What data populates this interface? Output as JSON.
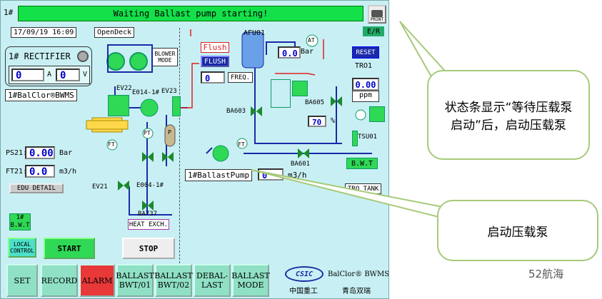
{
  "status_bar": {
    "prefix": "1#",
    "text": "Waiting Ballast pump starting!",
    "print_label": "PRINT"
  },
  "header": {
    "date": "17/09/19",
    "time": "16:09",
    "deck": "OpenDeck",
    "corner": "E/R"
  },
  "rectifier": {
    "title": "1# RECTIFIER",
    "current_value": "0",
    "current_unit": "A",
    "voltage_value": "0",
    "voltage_unit": "V"
  },
  "blower_label": "BLOWER\nMODE",
  "system_label": "1#BalClor®BWMS",
  "valves": {
    "ev22": "EV22",
    "e014": "E014-1#",
    "ev23": "EV23",
    "ba603": "BA603",
    "ba605": "BA605",
    "ba601": "BA601",
    "ev21": "EV21",
    "e004": "E004-1#",
    "ba737": "BA737",
    "tsu01": "TSU01"
  },
  "flush": {
    "title": "Flush",
    "button": "FLUSH",
    "freq_value": "0",
    "freq_unit": "FREQ."
  },
  "afu": {
    "label": "AFU01",
    "pressure_value": "0.0",
    "pressure_unit": "Bar"
  },
  "ba605_pct": {
    "value": "70",
    "unit": "%"
  },
  "tro": {
    "reset": "RESET",
    "label": "TRO1",
    "value": "0.00",
    "unit": "ppm",
    "tank": "TRO TANK"
  },
  "sensors": {
    "ps21_label": "PS21:",
    "ps21_value": "0.00",
    "ps21_unit": "Bar",
    "ft21_label": "FT21:",
    "ft21_value": "0.0",
    "ft21_unit": "m3/h",
    "ft": "FT",
    "pt": "PT",
    "at": "AT",
    "p": "P"
  },
  "edu_label": "EDU DETAIL",
  "heat_exch": "HEAT EXCH.",
  "pump": {
    "label": "1#BallastPump",
    "flow_value": "0",
    "flow_unit": "m3/h"
  },
  "bwt_left": "1#\nB.W.T",
  "bwt_right": "B.W.T",
  "controls": {
    "local": "LOCAL\nCONTROL",
    "start": "START",
    "stop": "STOP"
  },
  "nav": [
    {
      "label": "SET"
    },
    {
      "label": "RECORD"
    },
    {
      "label": "ALARM"
    },
    {
      "label": "BALLAST\nBWT/01"
    },
    {
      "label": "BALLAST\nBWT/02"
    },
    {
      "label": "DEBAL-\nLAST"
    },
    {
      "label": "BALLAST\nMODE"
    }
  ],
  "brand": {
    "logo": "CSIC",
    "company": "中国重工",
    "product": "BalClor® BWMS",
    "partner": "青岛双瑞"
  },
  "callouts": {
    "top": "状态条显示“等待压载泵启动”后，启动压载泵",
    "bottom": "启动压载泵"
  },
  "watermark": "52航海",
  "colors": {
    "status_green": "#14e04a",
    "panel_bg": "#c8f0f4",
    "alarm_red": "#e83838",
    "nav_teal": "#8fe0c4",
    "callout_border": "#a7c97a"
  }
}
